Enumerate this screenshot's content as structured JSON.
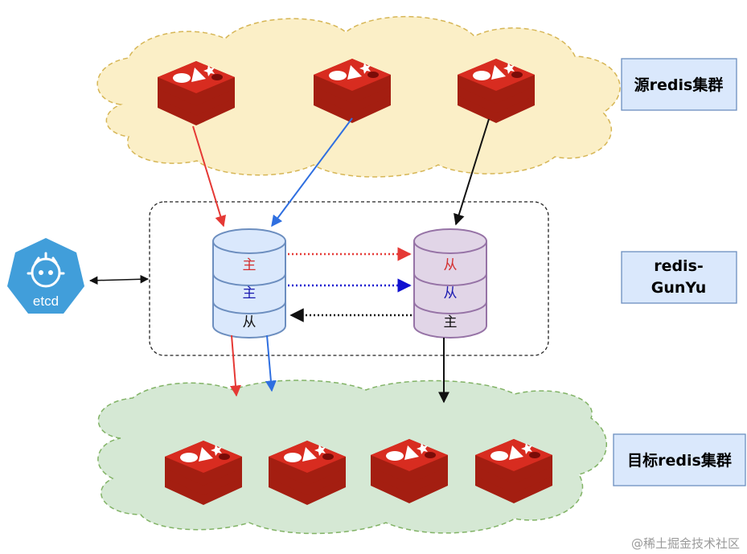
{
  "labels": {
    "source": "源redis集群",
    "middle": "redis-\nGunYu",
    "target": "目标redis集群"
  },
  "etcd": {
    "label": "etcd"
  },
  "left_db": {
    "rows": [
      "主",
      "主",
      "从"
    ]
  },
  "right_db": {
    "rows": [
      "从",
      "从",
      "主"
    ]
  },
  "watermark": "@稀土掘金技术社区",
  "colors": {
    "source_cloud_fill": "#fbefc7",
    "source_cloud_stroke": "#d6b656",
    "target_cloud_fill": "#d5e8d4",
    "target_cloud_stroke": "#82b366",
    "left_db_fill": "#dae8fc",
    "left_db_stroke": "#6c8ebf",
    "right_db_fill": "#e1d5e7",
    "right_db_stroke": "#9673a6",
    "label_box_fill": "#dae8fc",
    "label_box_stroke": "#6c8ebf",
    "redis_red": "#c4171d",
    "redis_dark": "#a41e11",
    "etcd_blue": "#419eda",
    "arrow_red": "#e53935",
    "arrow_blue": "#2f6fe0",
    "arrow_navy": "#1010d0",
    "arrow_black": "#111111"
  },
  "icons": {
    "redis": "redis-logo-icon",
    "etcd": "etcd-logo-icon"
  }
}
